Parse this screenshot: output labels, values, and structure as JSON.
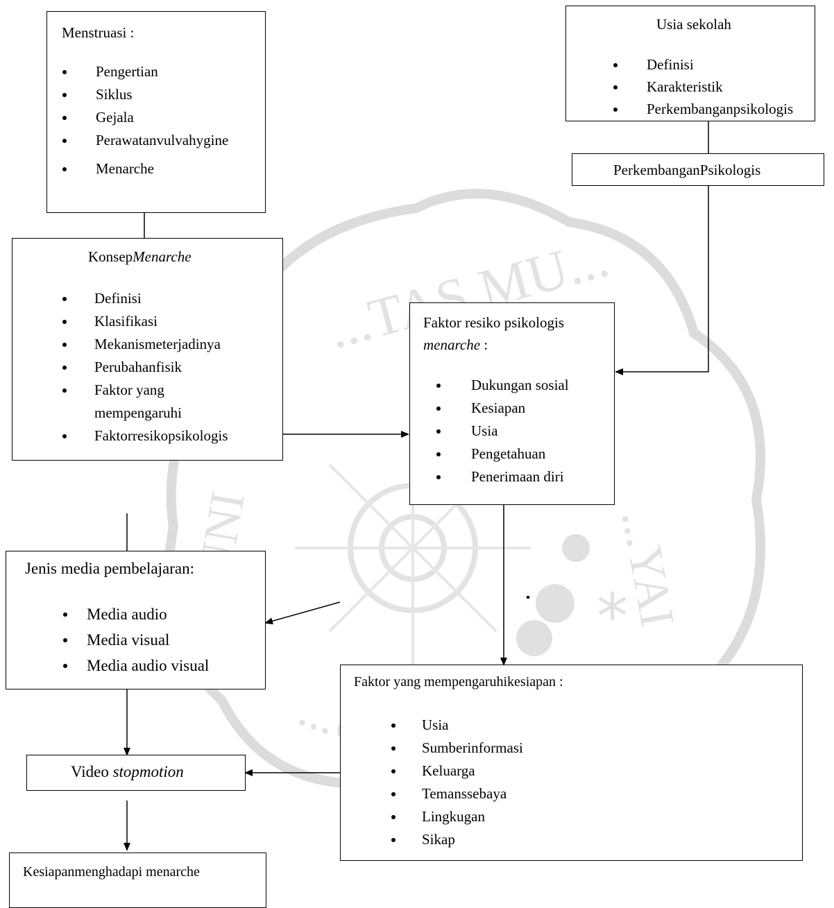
{
  "watermark": {
    "top_text": "...TAS MU...",
    "left_text": "UNI",
    "right_text": "...YAI",
    "bottom_text": "...UR...",
    "color": "#d8d8d8"
  },
  "menstruasi": {
    "title": "Menstruasi :",
    "items": [
      "Pengertian",
      "Siklus",
      "Gejala",
      "Perawatanvulvahygine",
      "Menarche"
    ]
  },
  "usia_sekolah": {
    "title": "Usia sekolah",
    "items": [
      "Definisi",
      "Karakteristik",
      "Perkembanganpsikologis"
    ]
  },
  "perkembangan": {
    "title": "PerkembanganPsikologis"
  },
  "konsep": {
    "title_plain": "Konsep",
    "title_italic": "Menarche",
    "items": [
      "Definisi",
      "Klasifikasi",
      "Mekanismeterjadinya",
      "Perubahanfisik",
      "Faktor yang",
      "mempengaruhi",
      "Faktorresikopsikologis"
    ]
  },
  "faktor_resiko": {
    "title_line1": "Faktor resiko psikologis",
    "title_italic": "menarche",
    "title_suffix": " :",
    "items": [
      "Dukungan sosial",
      "Kesiapan",
      "Usia",
      "Pengetahuan",
      "Penerimaan diri"
    ]
  },
  "jenis_media": {
    "title": "Jenis media pembelajaran:",
    "items": [
      "Media audio",
      "Media visual",
      "Media audio visual"
    ]
  },
  "faktor_kesiapan": {
    "title": "Faktor yang mempengaruhikesiapan :",
    "items": [
      "Usia",
      "Sumberinformasi",
      "Keluarga",
      "Temanssebaya",
      "Lingkugan",
      "Sikap"
    ]
  },
  "video": {
    "title_plain": "Video ",
    "title_italic": "stopmotion"
  },
  "kesiapan": {
    "title": "Kesiapanmenghadapi menarche"
  }
}
